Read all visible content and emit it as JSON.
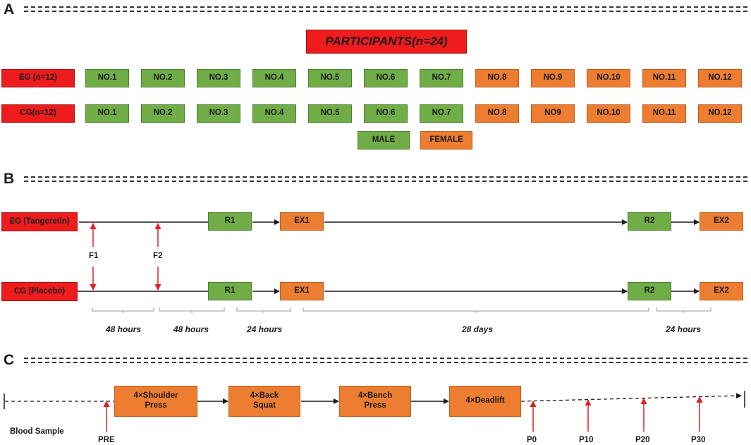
{
  "sections": {
    "a": "A",
    "b": "B",
    "c": "C"
  },
  "participants_title": "PARTICIPANTS(n=24)",
  "eg_label": "EG (n=12)",
  "cg_label": "CG(n=12)",
  "eg_numbers": [
    "NO.1",
    "NO.2",
    "NO.3",
    "NO.4",
    "NO.5",
    "NO.6",
    "NO.7",
    "NO.8",
    "NO.9",
    "NO.10",
    "NO.11",
    "NO.12"
  ],
  "cg_numbers": [
    "NO.1",
    "NO.2",
    "NO.3",
    "NO.4",
    "NO.5",
    "NO.6",
    "NO.7",
    "NO.8",
    "NO9",
    "NO.10",
    "NO.11",
    "NO.12"
  ],
  "legend": {
    "male": "MALE",
    "female": "FEMALE"
  },
  "colors": {
    "group": "#ee1c1c",
    "male": "#70ad47",
    "female": "#ed7d31",
    "arrow": "#e02020"
  },
  "timeline": {
    "eg_label": "EG (Tangeretin)",
    "cg_label": "CG (Placebo)",
    "r1": "R1",
    "ex1": "EX1",
    "r2": "R2",
    "ex2": "EX2",
    "f1": "F1",
    "f2": "F2",
    "durations": [
      "48 hours",
      "48 hours",
      "24 hours",
      "28 days",
      "24 hours"
    ]
  },
  "protocol": {
    "steps": [
      "4×Shoulder Press",
      "4×Back Squat",
      "4×Bench Press",
      "4×Deadlift"
    ],
    "blood_sample": "Blood Sample",
    "markers": [
      "PRE",
      "P0",
      "P10",
      "P20",
      "P30"
    ]
  }
}
